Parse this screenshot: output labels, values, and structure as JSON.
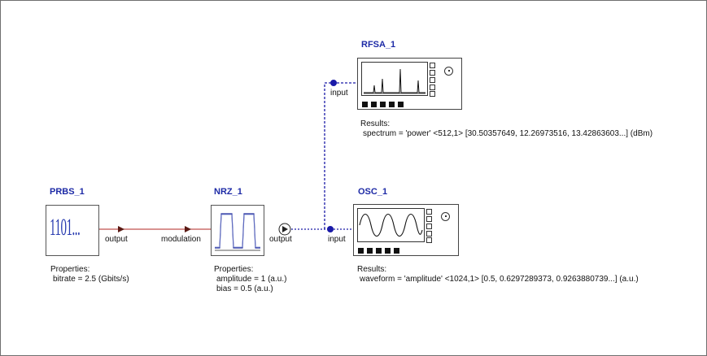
{
  "blocks": {
    "prbs": {
      "name": "PRBS_1",
      "glyph": "1101...",
      "port_output": "output",
      "properties_header": "Properties:",
      "properties": [
        "bitrate = 2.5 (Gbits/s)"
      ]
    },
    "nrz": {
      "name": "NRZ_1",
      "port_input": "modulation",
      "port_output": "output",
      "properties_header": "Properties:",
      "properties": [
        "amplitude = 1 (a.u.)",
        "bias = 0.5 (a.u.)"
      ]
    },
    "rfsa": {
      "name": "RFSA_1",
      "port_input": "input",
      "results_header": "Results:",
      "results": [
        "spectrum = 'power' <512,1> [30.50357649, 12.26973516, 13.42863603...] (dBm)"
      ]
    },
    "osc": {
      "name": "OSC_1",
      "port_input": "input",
      "results_header": "Results:",
      "results": [
        "waveform = 'amplitude' <1024,1> [0.5, 0.6297289373, 0.9263880739...] (a.u.)"
      ]
    }
  },
  "colors": {
    "title": "#1d2aa6",
    "red_wire": "#c0504d",
    "blue_wire": "#1a1aa8"
  }
}
